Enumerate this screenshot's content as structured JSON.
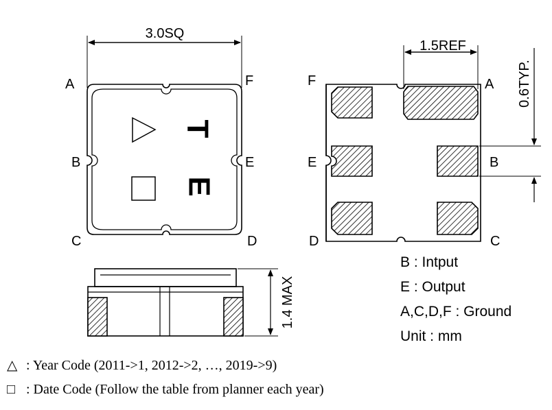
{
  "top_view": {
    "dimension": "3.0SQ",
    "pins": {
      "a": "A",
      "b": "B",
      "c": "C",
      "d": "D",
      "e": "E",
      "f": "F"
    },
    "marks": {
      "t": "T",
      "e": "E"
    }
  },
  "bottom_view": {
    "ref_dimension": "1.5REF",
    "typ_dimension": "0.6TYP.",
    "pins": {
      "a": "A",
      "b": "B",
      "c": "C",
      "d": "D",
      "e": "E",
      "f": "F"
    }
  },
  "side_view": {
    "height": "1.4 MAX"
  },
  "pin_legend": [
    "B : Intput",
    "E : Output",
    "A,C,D,F : Ground",
    "Unit : mm"
  ],
  "code_legend": {
    "year_symbol": "△",
    "year_text": ": Year Code (2011->1, 2012->2, …, 2019->9)",
    "date_symbol": "□",
    "date_text": ": Date Code (Follow the table from planner each year)"
  }
}
